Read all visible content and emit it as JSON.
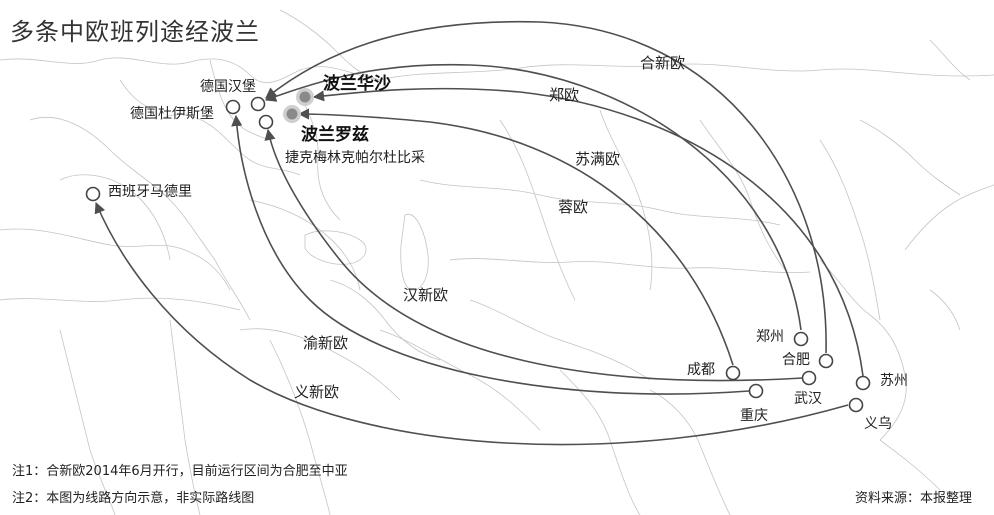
{
  "title": "多条中欧班列途经波兰",
  "colors": {
    "route": "#4f4f4f",
    "land": "#ffffff",
    "border": "#bdbdbd",
    "highlight_dot": "#8a8a8a"
  },
  "cities": {
    "hamburg": "德国汉堡",
    "duisburg": "德国杜伊斯堡",
    "warsaw": "波兰华沙",
    "malaszewicze": "波兰罗兹",
    "czech": "捷克梅林克帕尔杜比采",
    "madrid": "西班牙马德里",
    "zhengzhou": "郑州",
    "hefei": "合肥",
    "chengdu": "成都",
    "wuhan": "武汉",
    "chongqing": "重庆",
    "suzhou": "苏州",
    "yiwu": "义乌"
  },
  "routes": {
    "hexinou": "合新欧",
    "zhengou": "郑欧",
    "sumanou": "苏满欧",
    "rongou": "蓉欧",
    "hanxinou": "汉新欧",
    "yuxinou": "渝新欧",
    "yixinou": "义新欧"
  },
  "notes": {
    "note1": "注1：合新欧2014年6月开行，目前运行区间为合肥至中亚",
    "note2": "注2：本图为线路方向示意，非实际路线图"
  },
  "credit": "资料来源：本报整理"
}
